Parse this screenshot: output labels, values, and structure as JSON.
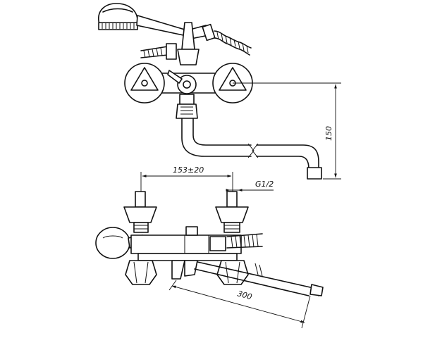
{
  "drawing": {
    "top_view": {
      "dimensions": {
        "outlet_height": "150"
      }
    },
    "front_view": {
      "dimensions": {
        "inlet_spacing": "153±20",
        "thread": "G1/2",
        "spout_length": "300"
      }
    }
  }
}
